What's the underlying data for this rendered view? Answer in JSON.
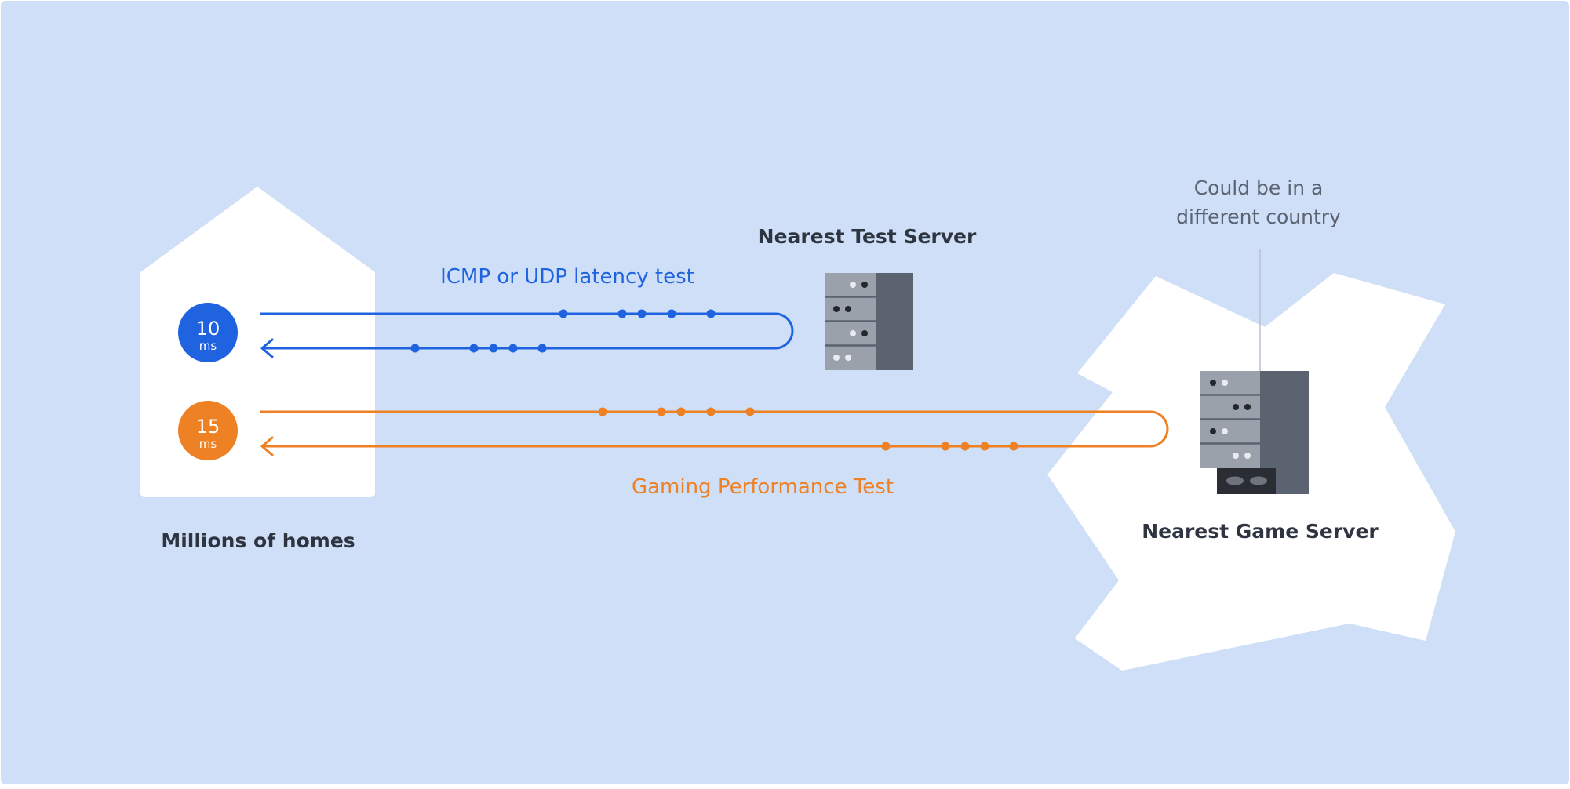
{
  "labels": {
    "homes": "Millions of homes",
    "test_server": "Nearest Test Server",
    "game_server": "Nearest Game Server",
    "icmp_test": "ICMP or UDP latency test",
    "gaming_test": "Gaming Performance Test",
    "country_note_line1": "Could be in a",
    "country_note_line2": "different country"
  },
  "badges": {
    "test": {
      "value": "10",
      "unit": "ms"
    },
    "game": {
      "value": "15",
      "unit": "ms"
    }
  },
  "colors": {
    "background": "#cfdff7",
    "blue": "#1f63e0",
    "orange": "#ee8124",
    "server_light": "#9aa1ab",
    "server_dark": "#5b6270",
    "text_dark": "#2e3440",
    "text_gray": "#5b6372"
  },
  "icons": {
    "home": "house-shape",
    "test_server": "server-rack-icon",
    "game_server": "game-server-icon",
    "region": "country-map-shape"
  }
}
